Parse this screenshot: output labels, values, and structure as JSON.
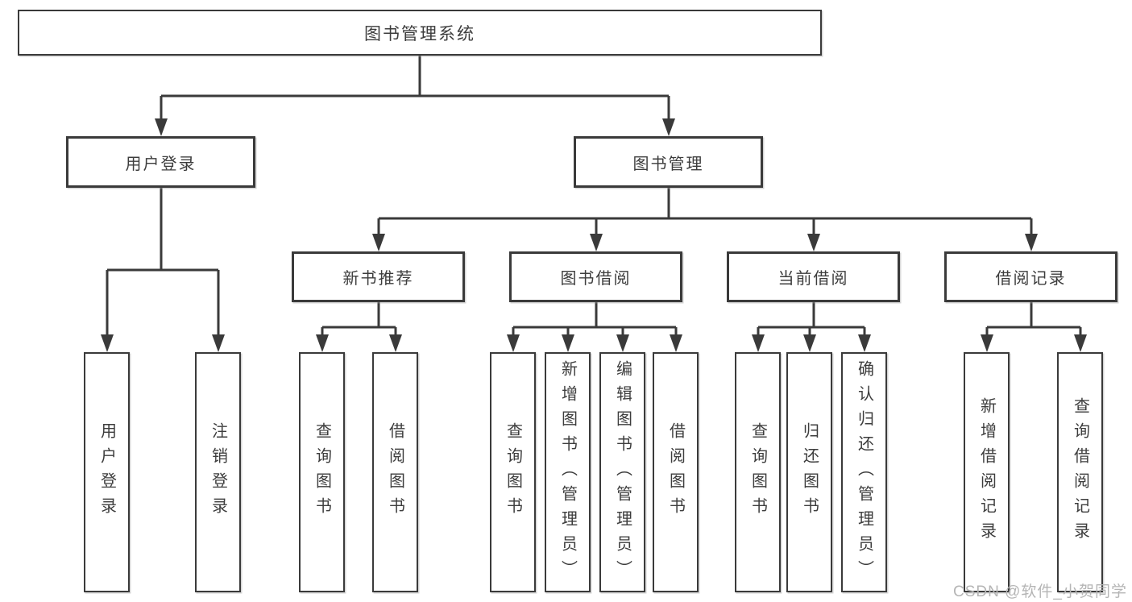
{
  "diagram": {
    "root": {
      "label": "图书管理系统"
    },
    "level2": [
      {
        "id": "user-login",
        "label": "用户登录"
      },
      {
        "id": "book-management",
        "label": "图书管理"
      }
    ],
    "level3": [
      {
        "id": "new-book-recommendation",
        "label": "新书推荐"
      },
      {
        "id": "book-borrowing",
        "label": "图书借阅"
      },
      {
        "id": "current-borrowing",
        "label": "当前借阅"
      },
      {
        "id": "borrowing-records",
        "label": "借阅记录"
      }
    ],
    "leaves": [
      {
        "parent": "用户登录",
        "label": "用户登录"
      },
      {
        "parent": "用户登录",
        "label": "注销登录"
      },
      {
        "parent": "新书推荐",
        "label": "查询图书"
      },
      {
        "parent": "新书推荐",
        "label": "借阅图书"
      },
      {
        "parent": "图书借阅",
        "label": "查询图书"
      },
      {
        "parent": "图书借阅",
        "label": "新增图书（管理员）"
      },
      {
        "parent": "图书借阅",
        "label": "编辑图书（管理员）"
      },
      {
        "parent": "图书借阅",
        "label": "借阅图书"
      },
      {
        "parent": "当前借阅",
        "label": "查询图书"
      },
      {
        "parent": "当前借阅",
        "label": "归还图书"
      },
      {
        "parent": "当前借阅",
        "label": "确认归还（管理员）"
      },
      {
        "parent": "借阅记录",
        "label": "新增借阅记录"
      },
      {
        "parent": "借阅记录",
        "label": "查询借阅记录"
      }
    ]
  },
  "watermark": "CSDN @软件_小贺同学",
  "colors": {
    "line": "#3a3a3a",
    "text": "#3d3d3d",
    "background": "#ffffff",
    "watermark": "#b5b5b5"
  }
}
